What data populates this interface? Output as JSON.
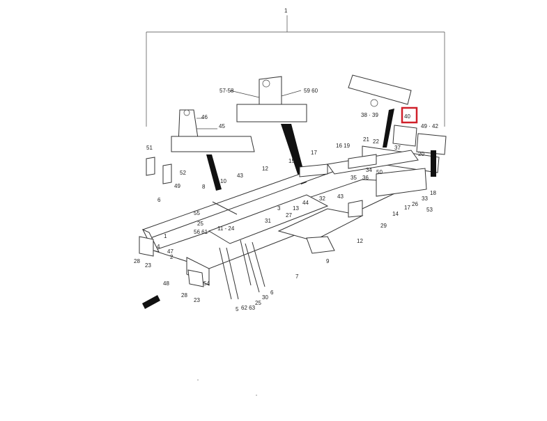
{
  "diagram": {
    "top_index": "1",
    "highlighted_part": "40",
    "highlight_color": "#d0202a",
    "callouts": [
      {
        "id": "c5758",
        "text": "57-58"
      },
      {
        "id": "c5960",
        "text": "59 60"
      },
      {
        "id": "c3839",
        "text": "38 · 39"
      },
      {
        "id": "c40",
        "text": "40"
      },
      {
        "id": "c4942",
        "text": "49 · 42"
      },
      {
        "id": "c46",
        "text": "46"
      },
      {
        "id": "c45",
        "text": "45"
      },
      {
        "id": "c21",
        "text": "21"
      },
      {
        "id": "c22",
        "text": "22"
      },
      {
        "id": "c37",
        "text": "37"
      },
      {
        "id": "c20",
        "text": "20"
      },
      {
        "id": "c51",
        "text": "51"
      },
      {
        "id": "c52",
        "text": "52"
      },
      {
        "id": "c17a",
        "text": "17"
      },
      {
        "id": "c1619",
        "text": "16 19"
      },
      {
        "id": "c12a",
        "text": "12"
      },
      {
        "id": "c15",
        "text": "15"
      },
      {
        "id": "c43a",
        "text": "43"
      },
      {
        "id": "c34",
        "text": "34"
      },
      {
        "id": "c50",
        "text": "50"
      },
      {
        "id": "c35",
        "text": "35"
      },
      {
        "id": "c36",
        "text": "36"
      },
      {
        "id": "c49",
        "text": "49"
      },
      {
        "id": "c10",
        "text": "10"
      },
      {
        "id": "c18",
        "text": "18"
      },
      {
        "id": "c33",
        "text": "33"
      },
      {
        "id": "c26",
        "text": "26"
      },
      {
        "id": "c53",
        "text": "53"
      },
      {
        "id": "c8",
        "text": "8"
      },
      {
        "id": "c3",
        "text": "3"
      },
      {
        "id": "c13",
        "text": "13"
      },
      {
        "id": "c32",
        "text": "32"
      },
      {
        "id": "c43b",
        "text": "43"
      },
      {
        "id": "c17b",
        "text": "17"
      },
      {
        "id": "c44",
        "text": "44"
      },
      {
        "id": "c14",
        "text": "14"
      },
      {
        "id": "c6",
        "text": "6"
      },
      {
        "id": "c55",
        "text": "55"
      },
      {
        "id": "c25a",
        "text": "25"
      },
      {
        "id": "c1124",
        "text": "11 - 24"
      },
      {
        "id": "c31",
        "text": "31"
      },
      {
        "id": "c27",
        "text": "27"
      },
      {
        "id": "c29",
        "text": "29"
      },
      {
        "id": "c5661",
        "text": "56 61"
      },
      {
        "id": "c12b",
        "text": "12"
      },
      {
        "id": "c4",
        "text": "4"
      },
      {
        "id": "c1",
        "text": "1"
      },
      {
        "id": "c28a",
        "text": "28"
      },
      {
        "id": "c23a",
        "text": "23"
      },
      {
        "id": "c47",
        "text": "47"
      },
      {
        "id": "c2",
        "text": "2"
      },
      {
        "id": "c9",
        "text": "9"
      },
      {
        "id": "c7",
        "text": "7"
      },
      {
        "id": "c48",
        "text": "48"
      },
      {
        "id": "c54",
        "text": "54"
      },
      {
        "id": "c28b",
        "text": "28"
      },
      {
        "id": "c23b",
        "text": "23"
      },
      {
        "id": "c6b",
        "text": "6"
      },
      {
        "id": "c30",
        "text": "30"
      },
      {
        "id": "c25b",
        "text": "25"
      },
      {
        "id": "c5",
        "text": "5"
      },
      {
        "id": "c6263",
        "text": "62 63"
      }
    ]
  }
}
